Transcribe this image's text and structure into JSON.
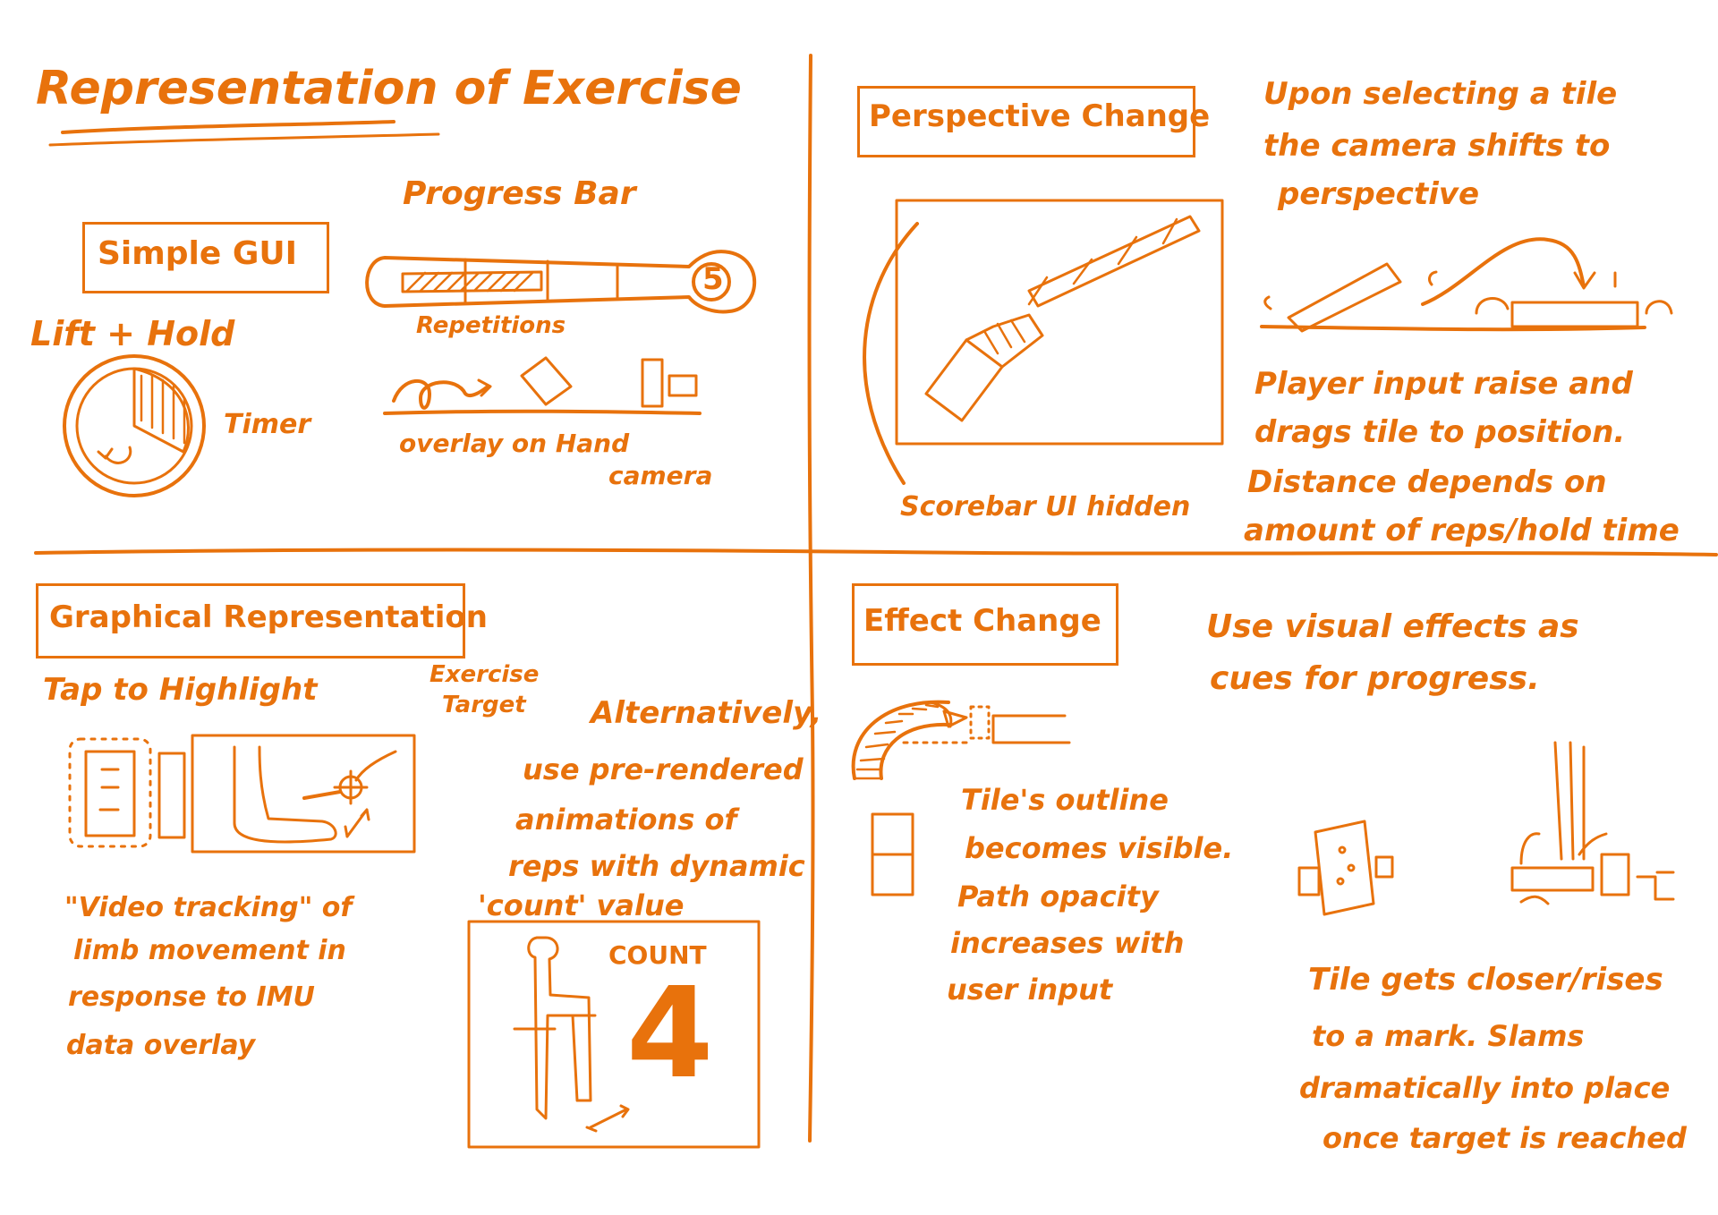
{
  "main_title": "Representation of Exercise",
  "simple_gui": {
    "heading": "Simple GUI",
    "progress_bar_label": "Progress Bar",
    "rep_count": "5",
    "repetitions_label": "Repetitions",
    "lift_hold_label": "Lift + Hold",
    "timer_label": "Timer",
    "overlay_note": [
      "overlay on Hand",
      "camera"
    ]
  },
  "perspective": {
    "heading": "Perspective Change",
    "description": [
      "Upon selecting a tile",
      "the camera shifts to",
      "perspective"
    ],
    "scorebar_note": "Scorebar UI hidden",
    "input_note": [
      "Player input raise and",
      "drags tile to position.",
      "Distance depends on",
      "amount of reps/hold time"
    ]
  },
  "graphical": {
    "heading": "Graphical Representation",
    "tap_label": "Tap to Highlight",
    "exercise_target": [
      "Exercise",
      "Target"
    ],
    "video_note": [
      "\"Video tracking\" of",
      "limb movement in",
      "response to IMU",
      "data overlay"
    ],
    "alt_note": [
      "Alternatively,",
      "use pre-rendered",
      "animations of",
      "reps with dynamic",
      "'count' value"
    ],
    "count_label": "COUNT",
    "count_value": "4"
  },
  "effect": {
    "heading": "Effect Change",
    "description": [
      "Use visual effects as",
      "cues for progress."
    ],
    "outline_note": [
      "Tile's outline",
      "becomes visible.",
      "Path opacity",
      "increases with",
      "user input"
    ],
    "slam_note": [
      "Tile gets closer/rises",
      "to a mark. Slams",
      "dramatically into place",
      "once target is reached"
    ]
  },
  "colors": {
    "ink": "#e8720c",
    "paper": "#ffffff"
  }
}
